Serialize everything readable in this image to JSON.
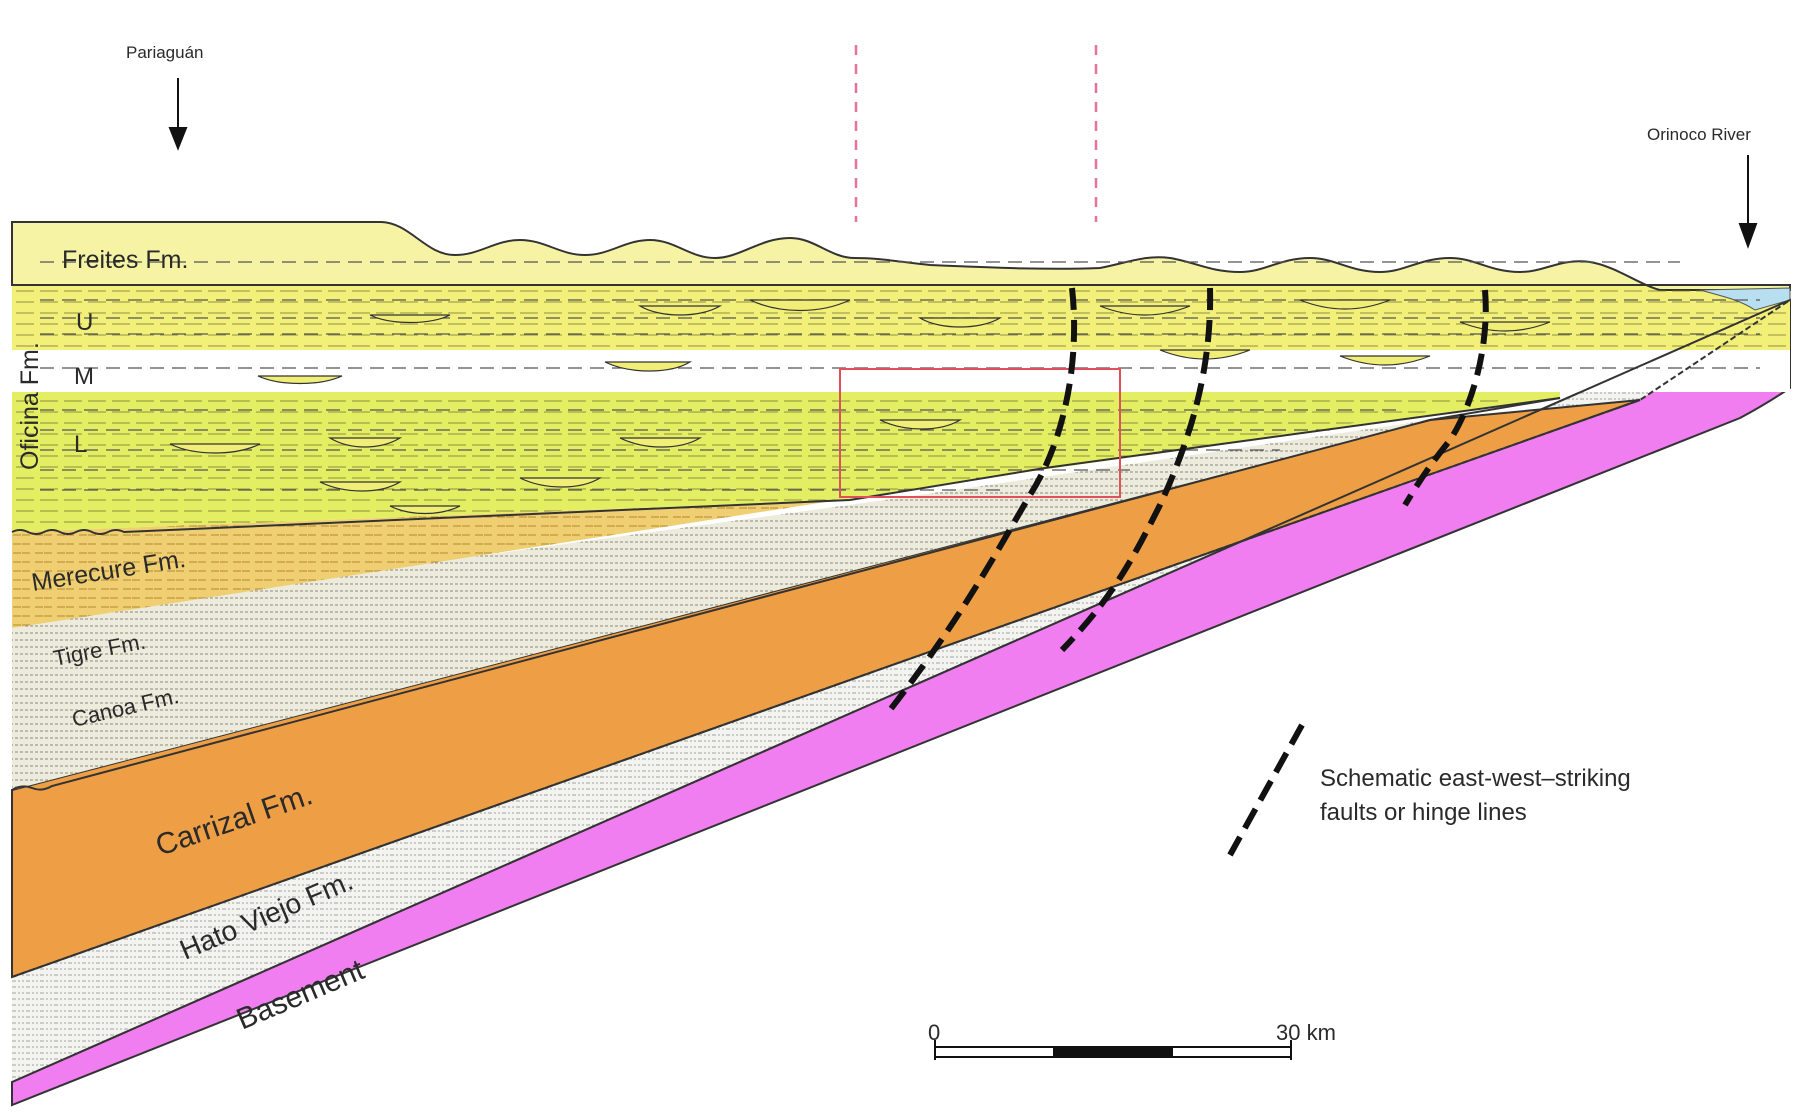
{
  "figure": {
    "locations": {
      "west": "Pariaguán",
      "east": "Orinoco River"
    },
    "formations": {
      "freites": "Freites Fm.",
      "oficina": "Oficina Fm.",
      "upper": "U",
      "middle": "M",
      "lower": "L",
      "merecure": "Merecure Fm.",
      "tigre": "Tigre Fm.",
      "canoa": "Canoa Fm.",
      "carrizal": "Carrizal Fm.",
      "hato_viejo": "Hato Viejo Fm.",
      "basement": "Basement"
    },
    "legend": {
      "line1": "Schematic east-west–striking",
      "line2": "faults or hinge lines"
    },
    "scale_bar": {
      "start": "0",
      "end": "30 km"
    },
    "colors": {
      "freites": "#f6f4a4",
      "oficina_upper": "#f3f07a",
      "oficina_middle": "#ffffff",
      "oficina_lower": "#e3ee62",
      "merecure": "#efcf72",
      "tigre_canoa": "#ecebdc",
      "carrizal": "#ee9f45",
      "hato_viejo": "#f3f3ef",
      "basement": "#f07ef0",
      "study_area_box": "#e0505a",
      "section_markers": "#e7739b",
      "river": "#b7dff0"
    }
  }
}
